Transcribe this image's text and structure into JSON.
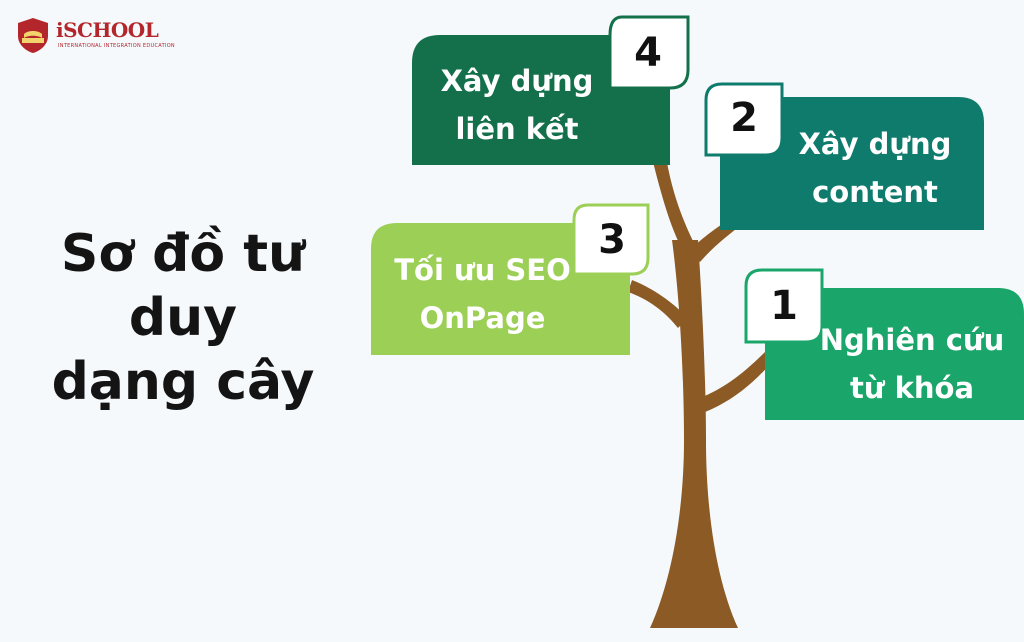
{
  "logo": {
    "name": "iSCHOOL",
    "tagline": "INTERNATIONAL INTEGRATION EDUCATION",
    "brand_color": "#b3262b"
  },
  "title": {
    "line1": "Sơ đồ tư",
    "line2": "duy",
    "line3": "dạng cây"
  },
  "colors": {
    "trunk": "#8c5a24",
    "step1": "#1aa56a",
    "step2": "#0f7b6c",
    "step3": "#9ccf55",
    "step4": "#13704a"
  },
  "steps": [
    {
      "number": "1",
      "line1": "Nghiên cứu",
      "line2": "từ khóa"
    },
    {
      "number": "2",
      "line1": "Xây dựng",
      "line2": "content"
    },
    {
      "number": "3",
      "line1": "Tối ưu SEO",
      "line2": "OnPage"
    },
    {
      "number": "4",
      "line1": "Xây dựng",
      "line2": "liên kết"
    }
  ]
}
